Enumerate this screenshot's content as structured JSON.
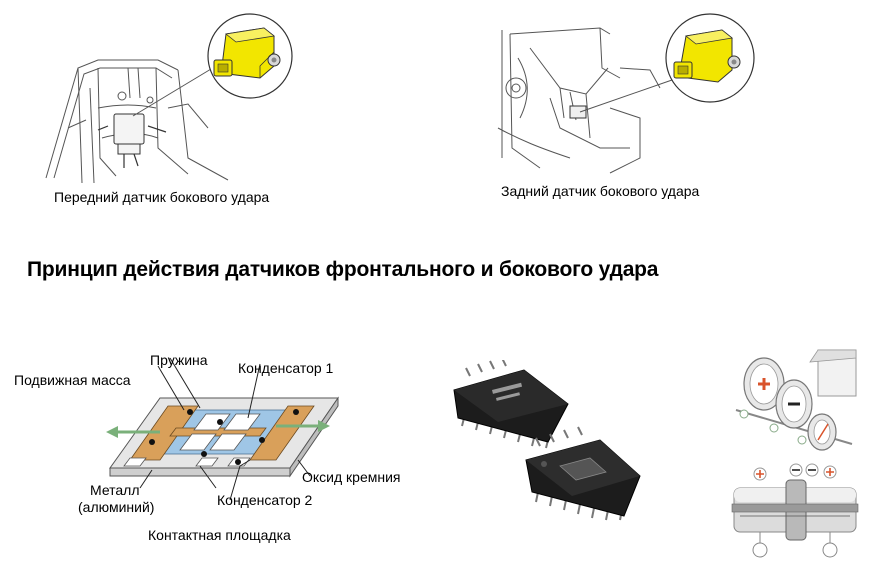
{
  "captions": {
    "front_sensor": "Передний датчик бокового удара",
    "rear_sensor": "Задний датчик бокового удара"
  },
  "heading": "Принцип действия датчиков фронтального и бокового удара",
  "sensor_labels": {
    "spring": "Пружина",
    "capacitor1": "Конденсатор 1",
    "moving_mass": "Подвижная масса",
    "silicon_oxide": "Оксид кремния",
    "metal": "Металл",
    "aluminum": "(алюминий)",
    "capacitor2": "Конденсатор 2",
    "contact_pad": "Контактная площадка"
  },
  "colors": {
    "highlight": "#f2e600",
    "highlight_dark": "#b8ad00",
    "substrate": "#e6e6e6",
    "copper": "#d9a05a",
    "blue_layer": "#9fc6e6",
    "arrow_green": "#7ab07a",
    "chip_body": "#1c1c1c",
    "plus_red": "#d9532b"
  }
}
